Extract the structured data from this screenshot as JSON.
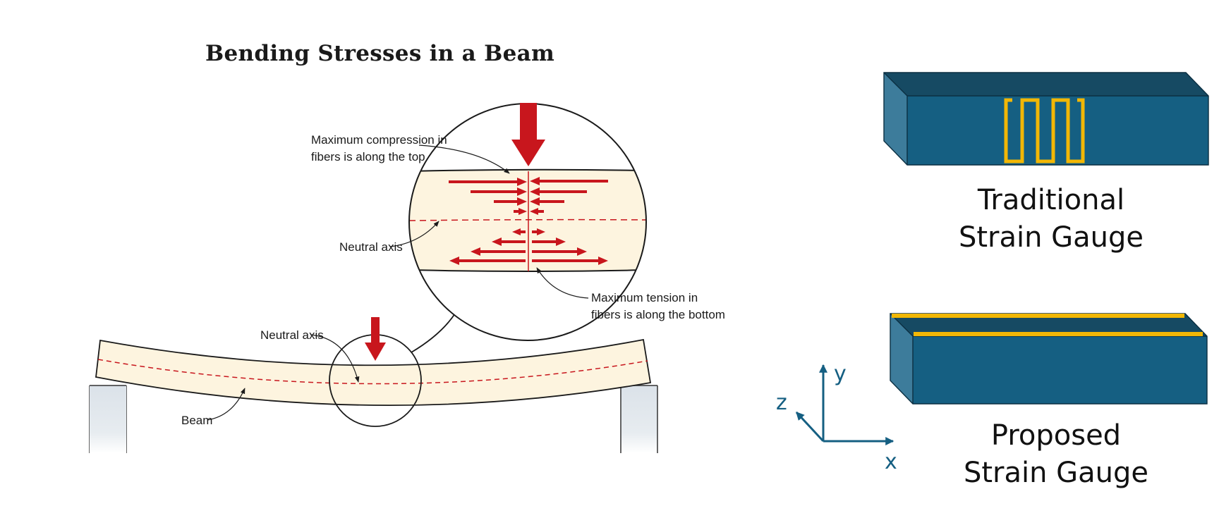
{
  "diagram": {
    "title": "Bending Stresses in a Beam",
    "annotations": {
      "max_compression_line1": "Maximum compression in",
      "max_compression_line2": "fibers is along the top",
      "neutral_axis_zoom": "Neutral axis",
      "max_tension_line1": "Maximum tension in",
      "max_tension_line2": "fibers is along the bottom",
      "neutral_axis_beam": "Neutral axis",
      "beam": "Beam"
    }
  },
  "gauges": {
    "traditional_line1": "Traditional",
    "traditional_line2": "Strain Gauge",
    "proposed_line1": "Proposed",
    "proposed_line2": "Strain Gauge"
  },
  "axes": {
    "x": "x",
    "y": "y",
    "z": "z"
  },
  "colors": {
    "beam_fill": "#fdf4df",
    "arrow_red": "#c8161d",
    "block_front": "#155f82",
    "block_top": "#164a63",
    "block_side": "#3d7c9b",
    "gauge_gold": "#f2b705",
    "axis_blue": "#155f82",
    "support": "#dde4ea"
  }
}
